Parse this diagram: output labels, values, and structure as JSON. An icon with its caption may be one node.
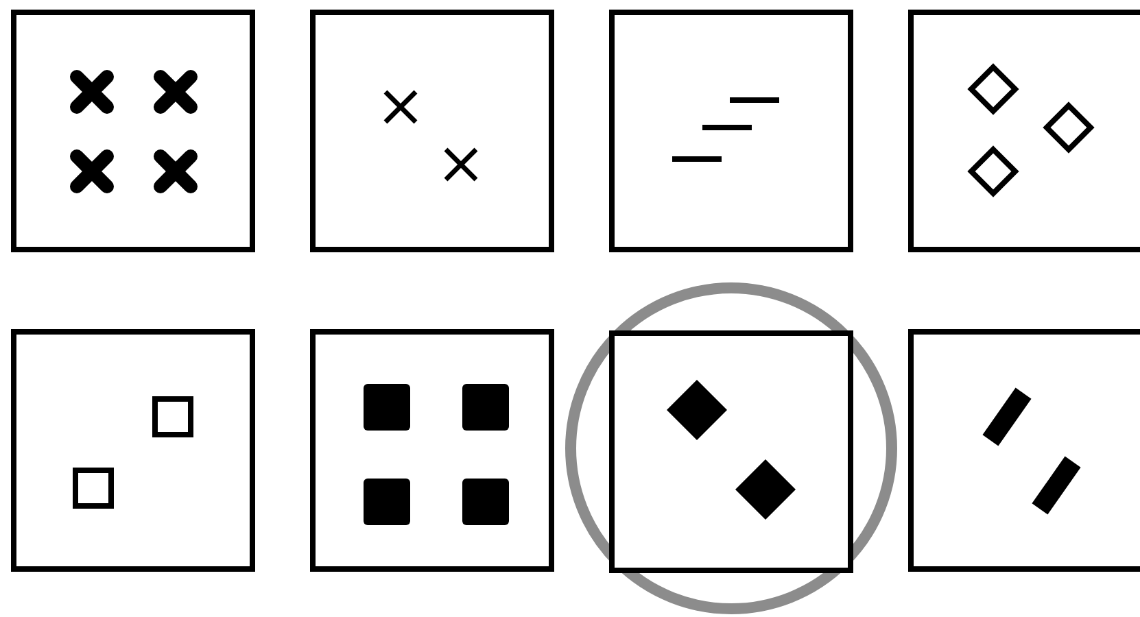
{
  "diagram": {
    "nodes": [
      {
        "text": [],
        "shape": "box"
      },
      {
        "text": [],
        "shape": "box"
      },
      {
        "text": [],
        "shape": "box"
      },
      {
        "text": [],
        "shape": "box"
      },
      {
        "text": [],
        "shape": "box"
      },
      {
        "text": [],
        "shape": "box"
      },
      {
        "text": [],
        "shape": "circle"
      },
      {
        "text": [],
        "shape": "box",
        "in": 6
      },
      {
        "text": [],
        "shape": "box"
      }
    ]
  }
}
